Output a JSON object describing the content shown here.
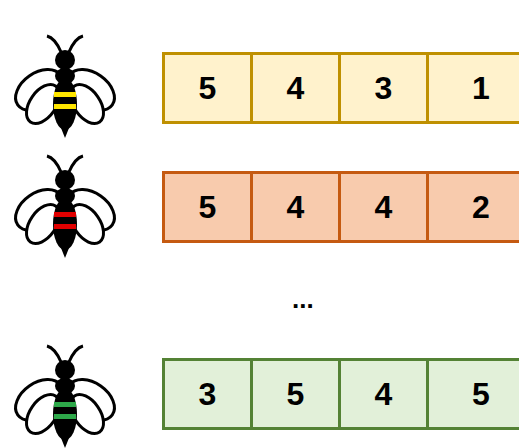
{
  "diagram": {
    "nodes": [
      {
        "text": [
          "5"
        ]
      },
      {
        "text": [
          "4"
        ]
      },
      {
        "text": [
          "3"
        ]
      },
      {
        "text": [
          "1"
        ]
      },
      {
        "text": [
          "5"
        ]
      },
      {
        "text": [
          "4"
        ]
      },
      {
        "text": [
          "4"
        ]
      },
      {
        "text": [
          "2"
        ]
      },
      {
        "text": [
          "3"
        ]
      },
      {
        "text": [
          "5"
        ]
      },
      {
        "text": [
          "4"
        ]
      },
      {
        "text": [
          "5"
        ]
      }
    ],
    "labels": [
      "..."
    ]
  }
}
